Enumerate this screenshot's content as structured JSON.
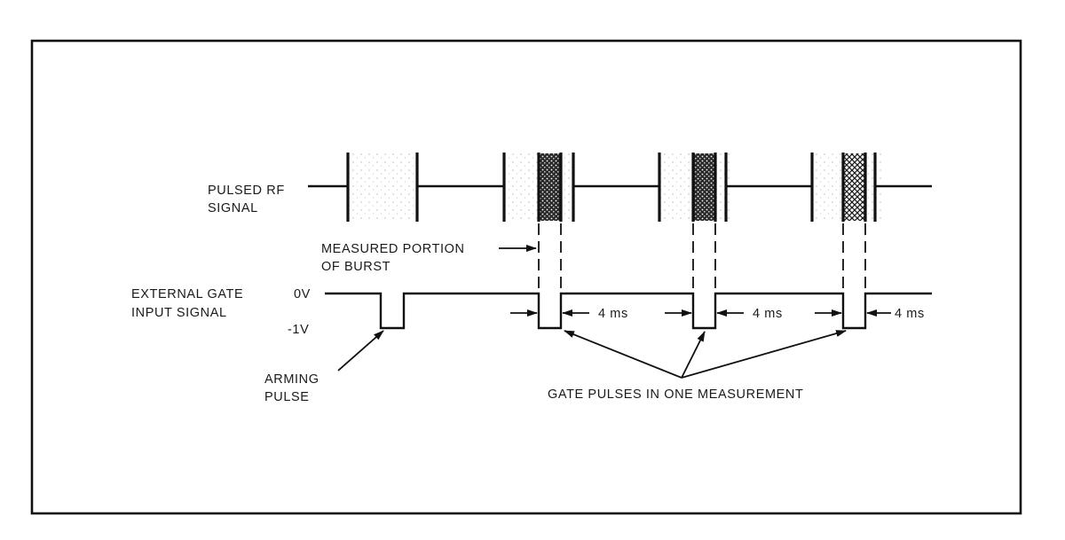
{
  "diagram": {
    "type": "timing-diagram",
    "colors": {
      "ink": "#111111",
      "background": "#ffffff",
      "stipple": "#9a9a9a"
    },
    "signals": [
      {
        "id": "rf",
        "label_lines": [
          "PULSED RF",
          "SIGNAL"
        ]
      },
      {
        "id": "gate",
        "label_lines": [
          "EXTERNAL GATE",
          "INPUT SIGNAL"
        ],
        "levels": [
          "0V",
          "-1V"
        ]
      }
    ],
    "annotations": {
      "measured_portion": [
        "MEASURED PORTION",
        "OF BURST"
      ],
      "arming_pulse": [
        "ARMING",
        "PULSE"
      ],
      "gate_pulses": "GATE PULSES IN ONE MEASUREMENT",
      "interval_label": "4 ms"
    },
    "bursts": [
      {
        "index": 1,
        "measured": false
      },
      {
        "index": 2,
        "measured": true,
        "pattern": "stipple-dense"
      },
      {
        "index": 3,
        "measured": true,
        "pattern": "stipple-dense"
      },
      {
        "index": 4,
        "measured": true,
        "pattern": "crosshatch"
      }
    ],
    "gate_pulse_count": 3,
    "gate_interval_ms": 4
  }
}
